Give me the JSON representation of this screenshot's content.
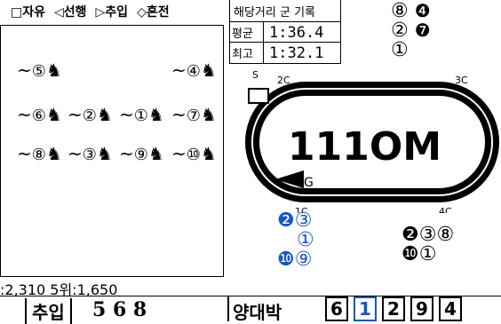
{
  "legend": {
    "free": "□자유",
    "lead": "◁선행",
    "chase": "▷추입",
    "mixed": "◇혼전"
  },
  "record": {
    "header": "해당거리 군 기록",
    "avg_label": "평균",
    "avg_time": "1:36.4",
    "best_label": "최고",
    "best_time": "1:32.1"
  },
  "positions_top": [
    {
      "left": "⑧",
      "right": "❹"
    },
    {
      "left": "②",
      "right": "❼"
    },
    {
      "left": "①",
      "right": ""
    }
  ],
  "horses": {
    "row1": [
      "⑤",
      "④"
    ],
    "row2": [
      "⑥",
      "②",
      "①",
      "⑦"
    ],
    "row3": [
      "⑧",
      "③",
      "⑨",
      "⑩"
    ]
  },
  "track": {
    "distance": "111OM",
    "c2": "2C",
    "c3": "3C",
    "c1": "1C",
    "c4": "4C",
    "start": "S",
    "goal": "G"
  },
  "finish_1c": [
    "❷③",
    "①",
    "❿⑨"
  ],
  "finish_4c": [
    "❷③⑧",
    "❿①"
  ],
  "payout": {
    "text": ":2,310    5위:1,650"
  },
  "bottom": {
    "left_label": "추입",
    "left_nums": "5  6  8",
    "right_label": "양대박",
    "cards": [
      "6",
      "1",
      "2",
      "9",
      "4"
    ]
  },
  "colors": {
    "blue": "#1a55c0",
    "black": "#000000"
  }
}
